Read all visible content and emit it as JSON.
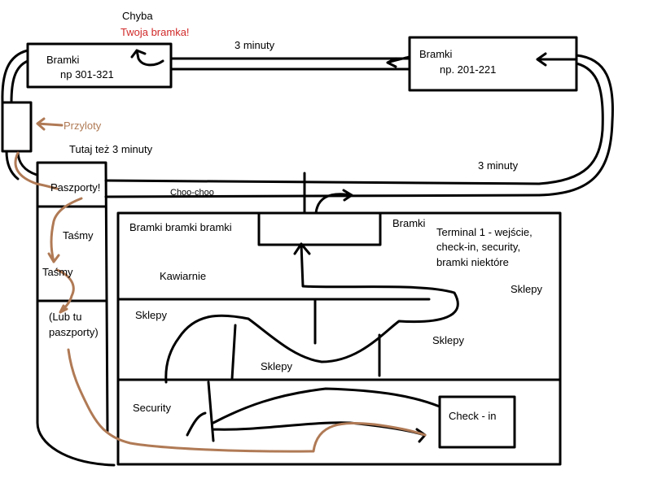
{
  "labels": {
    "chyba": "Chyba",
    "twoja_bramka": "Twoja bramka!",
    "three_minutes_top": "3 minuty",
    "gates_301_title": "Bramki",
    "gates_301_range": "np 301-321",
    "gates_201_title": "Bramki",
    "gates_201_range": "np. 201-221",
    "arrivals": "Przyloty",
    "also_three_minutes": "Tutaj też 3 minuty",
    "three_minutes_right": "3 minuty",
    "passports": "Paszporty!",
    "choo_choo": "Choo-choo",
    "belts_1": "Taśmy",
    "belts_2": "Taśmy",
    "or_here_1": "(Lub tu",
    "or_here_2": "paszporty)",
    "gates_gates_gates": "Bramki bramki bramki",
    "gates_small": "Bramki",
    "terminal_1": "Terminal 1 - wejście,",
    "terminal_2": "check-in, security,",
    "terminal_3": "bramki niektóre",
    "cafes": "Kawiarnie",
    "shops_right": "Sklepy",
    "shops_left": "Sklepy",
    "shops_mid_right": "Sklepy",
    "shops_bottom": "Sklepy",
    "security": "Security",
    "checkin": "Check - in"
  },
  "colors": {
    "ink": "#000000",
    "path_brown": "#b07a55",
    "highlight_red": "#d12a2a"
  }
}
